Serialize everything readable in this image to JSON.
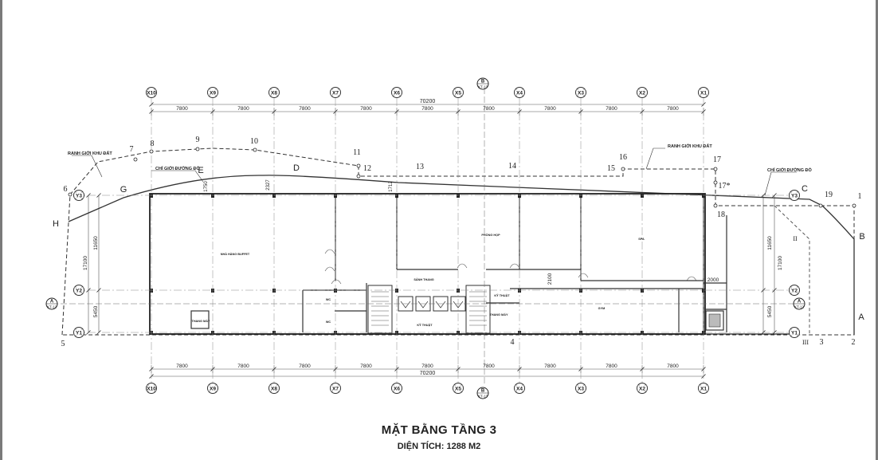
{
  "title": "MẶT BẰNG TẦNG 3",
  "area_label": "DIỆN TÍCH: 1288 M2",
  "grid_x": [
    "X10",
    "X9",
    "X8",
    "X7",
    "X6",
    "X5",
    "X4",
    "X3",
    "X2",
    "X1"
  ],
  "grid_y": [
    "Y3",
    "Y2",
    "Y1"
  ],
  "grid_y_right": [
    "Y3",
    "Y2",
    "Y1"
  ],
  "spans_top": [
    "7800",
    "7800",
    "7800",
    "7800",
    "7800",
    "7800",
    "7800",
    "7800",
    "7800"
  ],
  "spans_bottom": [
    "7800",
    "7800",
    "7800",
    "7800",
    "7800",
    "7800",
    "7800",
    "7800",
    "7800"
  ],
  "total_top": "70200",
  "total_bottom": "70200",
  "dims_left": [
    "11650",
    "17100",
    "5450"
  ],
  "dims_right": [
    "11650",
    "17100",
    "5450"
  ],
  "dims_misc": [
    "1750",
    "2327",
    "1712",
    "2100",
    "2000"
  ],
  "section_marks": [
    {
      "letter": "B",
      "ref": "KT-13"
    },
    {
      "letter": "B",
      "ref": "KT-13"
    },
    {
      "letter": "A",
      "ref": "KT-12"
    },
    {
      "letter": "A",
      "ref": "KT-12"
    }
  ],
  "boundary_labels": {
    "left": "RANH GIỚI KHU ĐẤT",
    "right": "RANH GIỚI KHU ĐẤT"
  },
  "road_labels": {
    "left": "CHỈ GIỚI ĐƯỜNG ĐỎ",
    "right": "CHỈ GIỚI ĐƯỜNG ĐỎ"
  },
  "points_numbered": [
    "1",
    "2",
    "3",
    "4",
    "5",
    "6",
    "7",
    "8",
    "9",
    "10",
    "11",
    "12",
    "13",
    "14",
    "15",
    "16",
    "17",
    "17*",
    "18",
    "19"
  ],
  "points_lettered": [
    "A",
    "B",
    "C",
    "D",
    "E",
    "G",
    "H"
  ],
  "points_roman": [
    "II",
    "III"
  ],
  "rooms": [
    "NHÀ HÀNG BUFFET",
    "PHÒNG HỌP",
    "SPA",
    "GYM",
    "SẢNH THANG",
    "KỸ THUẬT",
    "KỸ THUẬT",
    "WC",
    "WC",
    "THANG MÁY",
    "THANG MÁY"
  ]
}
